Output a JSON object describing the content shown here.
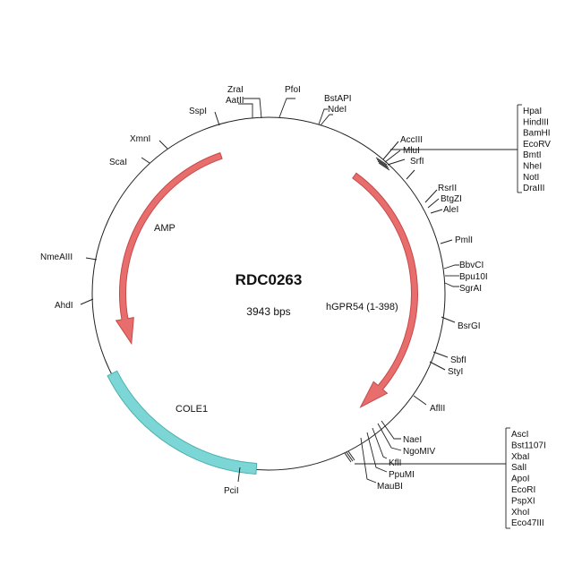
{
  "plasmid": {
    "name": "RDC0263",
    "size_label": "3943 bps",
    "backbone_color": "#222222"
  },
  "features": [
    {
      "id": "amp",
      "label": "AMP",
      "type": "arrow",
      "color": "#e86e6e",
      "stroke": "#c84848"
    },
    {
      "id": "hgpr54",
      "label": "hGPR54 (1-398)",
      "type": "arrow",
      "color": "#e86e6e",
      "stroke": "#c84848"
    },
    {
      "id": "cole1",
      "label": "COLE1",
      "type": "block",
      "color": "#7dd6d6",
      "stroke": "#4cb0b0"
    }
  ],
  "sites": [
    {
      "id": "zrai",
      "label": "ZraI"
    },
    {
      "id": "aatii",
      "label": "AatII"
    },
    {
      "id": "pfoi",
      "label": "PfoI"
    },
    {
      "id": "bstapi",
      "label": "BstAPI"
    },
    {
      "id": "ndei",
      "label": "NdeI"
    },
    {
      "id": "sspi",
      "label": "SspI"
    },
    {
      "id": "xmni",
      "label": "XmnI"
    },
    {
      "id": "scai",
      "label": "ScaI"
    },
    {
      "id": "nmeaiii",
      "label": "NmeAIII"
    },
    {
      "id": "ahdi",
      "label": "AhdI"
    },
    {
      "id": "accii",
      "label": "AccIII"
    },
    {
      "id": "mlui",
      "label": "MluI"
    },
    {
      "id": "srfi",
      "label": "SrfI"
    },
    {
      "id": "rsrii",
      "label": "RsrII"
    },
    {
      "id": "btgzi",
      "label": "BtgZI"
    },
    {
      "id": "alei",
      "label": "AleI"
    },
    {
      "id": "pmli",
      "label": "PmlI"
    },
    {
      "id": "bbvci",
      "label": "BbvCI"
    },
    {
      "id": "bpu10i",
      "label": "Bpu10I"
    },
    {
      "id": "sgrai",
      "label": "SgrAI"
    },
    {
      "id": "bsrgi",
      "label": "BsrGI"
    },
    {
      "id": "sbfi",
      "label": "SbfI"
    },
    {
      "id": "styi",
      "label": "StyI"
    },
    {
      "id": "aflii",
      "label": "AflII"
    },
    {
      "id": "naei",
      "label": "NaeI"
    },
    {
      "id": "ngomiv",
      "label": "NgoMIV"
    },
    {
      "id": "kfli",
      "label": "KflI"
    },
    {
      "id": "ppumi",
      "label": "PpuMI"
    },
    {
      "id": "maubi",
      "label": "MauBI"
    },
    {
      "id": "pcii",
      "label": "PciI"
    }
  ],
  "mcs_top": [
    "HpaI",
    "HindIII",
    "BamHI",
    "EcoRV",
    "BmtI",
    "NheI",
    "NotI",
    "DraIII"
  ],
  "mcs_bottom": [
    "AscI",
    "Bst1107I",
    "XbaI",
    "SalI",
    "ApoI",
    "EcoRI",
    "PspXI",
    "XhoI",
    "Eco47III"
  ]
}
